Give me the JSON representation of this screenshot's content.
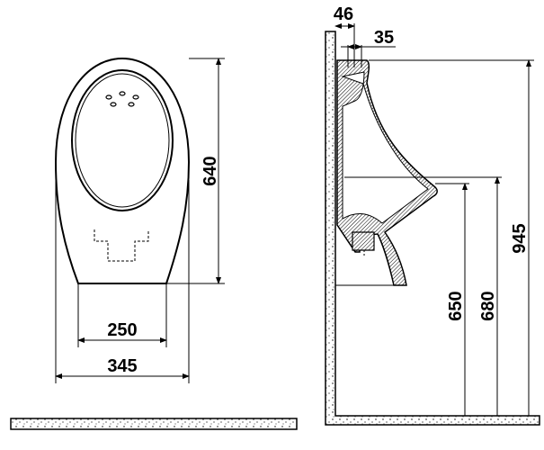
{
  "front_view": {
    "dim_height": "640",
    "dim_outlet_width": "250",
    "dim_total_width": "345"
  },
  "side_view": {
    "dim_top_offset": "46",
    "dim_inlet": "35",
    "dim_total_height": "945",
    "dim_rim_height": "680",
    "dim_lip_height": "650"
  }
}
